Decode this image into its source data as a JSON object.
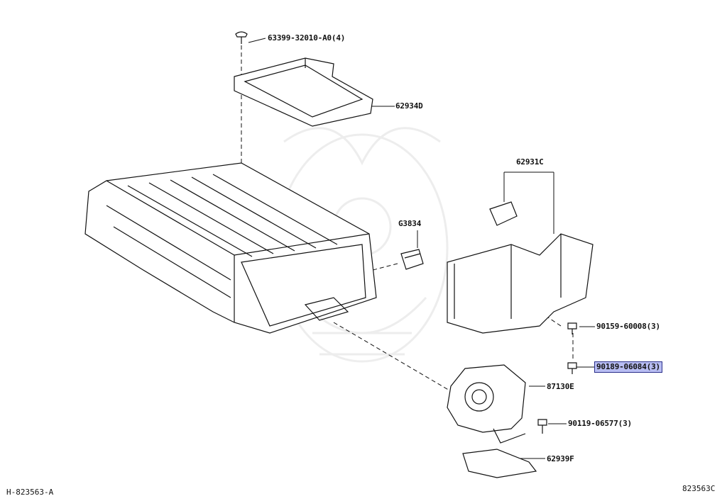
{
  "labels": {
    "bolt_top": "63399-32010-A0(4)",
    "cover_top": "62934D",
    "duct": "62931C",
    "clip": "G3834",
    "screw_a": "90159-60008(3)",
    "screw_b": "90189-06084(3)",
    "blower": "87130E",
    "screw_c": "90119-06577(3)",
    "pad": "62939F"
  },
  "footer": {
    "left_code": "H-823563-A",
    "right_code": "823563C"
  },
  "highlight_color": "#b8bdf2"
}
